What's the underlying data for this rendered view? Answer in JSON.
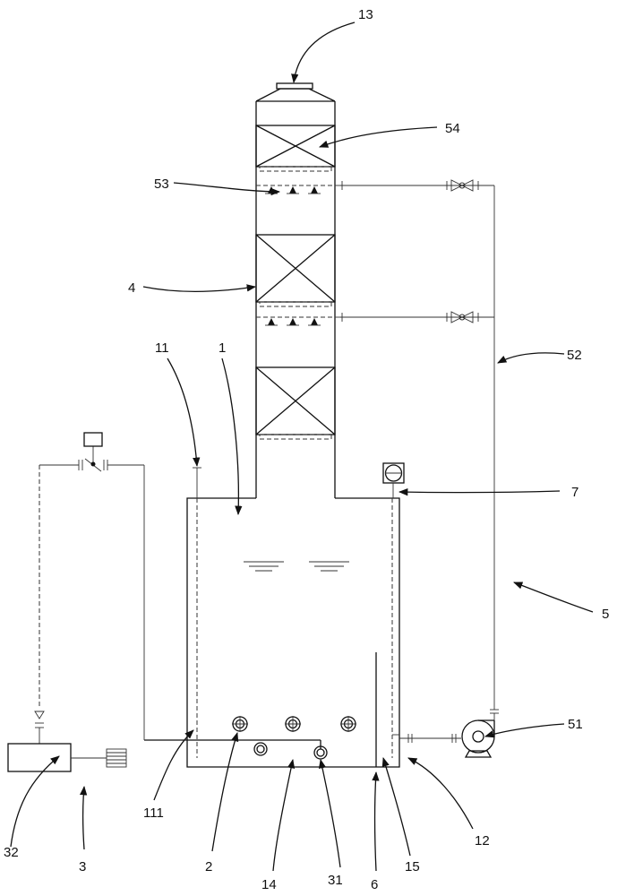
{
  "labels": {
    "l1": "1",
    "l2": "2",
    "l3": "3",
    "l4": "4",
    "l5": "5",
    "l6": "6",
    "l7": "7",
    "l11": "11",
    "l12": "12",
    "l13": "13",
    "l14": "14",
    "l15": "15",
    "l31": "31",
    "l32": "32",
    "l51": "51",
    "l52": "52",
    "l53": "53",
    "l54": "54",
    "l111": "111"
  }
}
